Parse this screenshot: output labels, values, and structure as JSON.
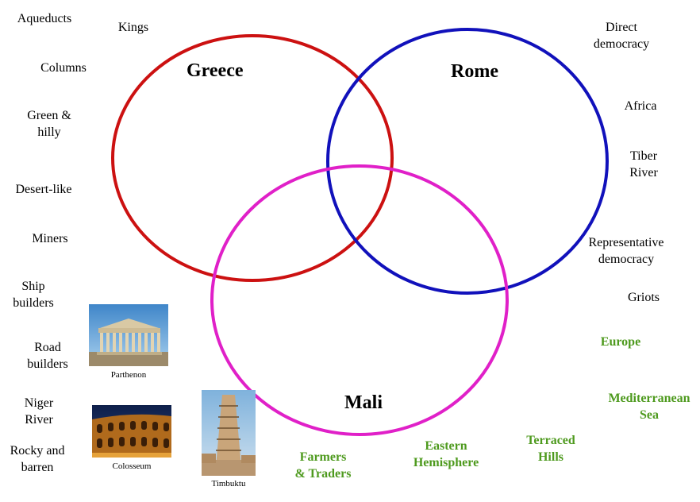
{
  "circles": [
    {
      "title": "Greece",
      "color": "#cc1111"
    },
    {
      "title": "Rome",
      "color": "#1111bb"
    },
    {
      "title": "Mali",
      "color": "#e020c8"
    }
  ],
  "terms": {
    "aqueducts": "Aqueducts",
    "kings": "Kings",
    "columns": "Columns",
    "green_hilly": "Green &\nhilly",
    "desert_like": "Desert-like",
    "miners": "Miners",
    "ship_builders": "Ship\nbuilders",
    "road_builders": "Road\nbuilders",
    "niger_river": "Niger\nRiver",
    "rocky_barren": "Rocky and\nbarren",
    "direct_democracy": "Direct\ndemocracy",
    "africa": "Africa",
    "tiber_river": "Tiber\nRiver",
    "representative_democracy": "Representative\ndemocracy",
    "griots": "Griots"
  },
  "green_terms": {
    "europe": "Europe",
    "mediterranean_sea": "Mediterranean\nSea",
    "terraced_hills": "Terraced\nHills",
    "eastern_hemisphere": "Eastern\nHemisphere",
    "farmers_traders": "Farmers\n& Traders"
  },
  "images": {
    "parthenon": "Parthenon",
    "colosseum": "Colosseum",
    "timbuktu": "Timbuktu"
  },
  "colors": {
    "green_text": "#4e9a1e"
  }
}
